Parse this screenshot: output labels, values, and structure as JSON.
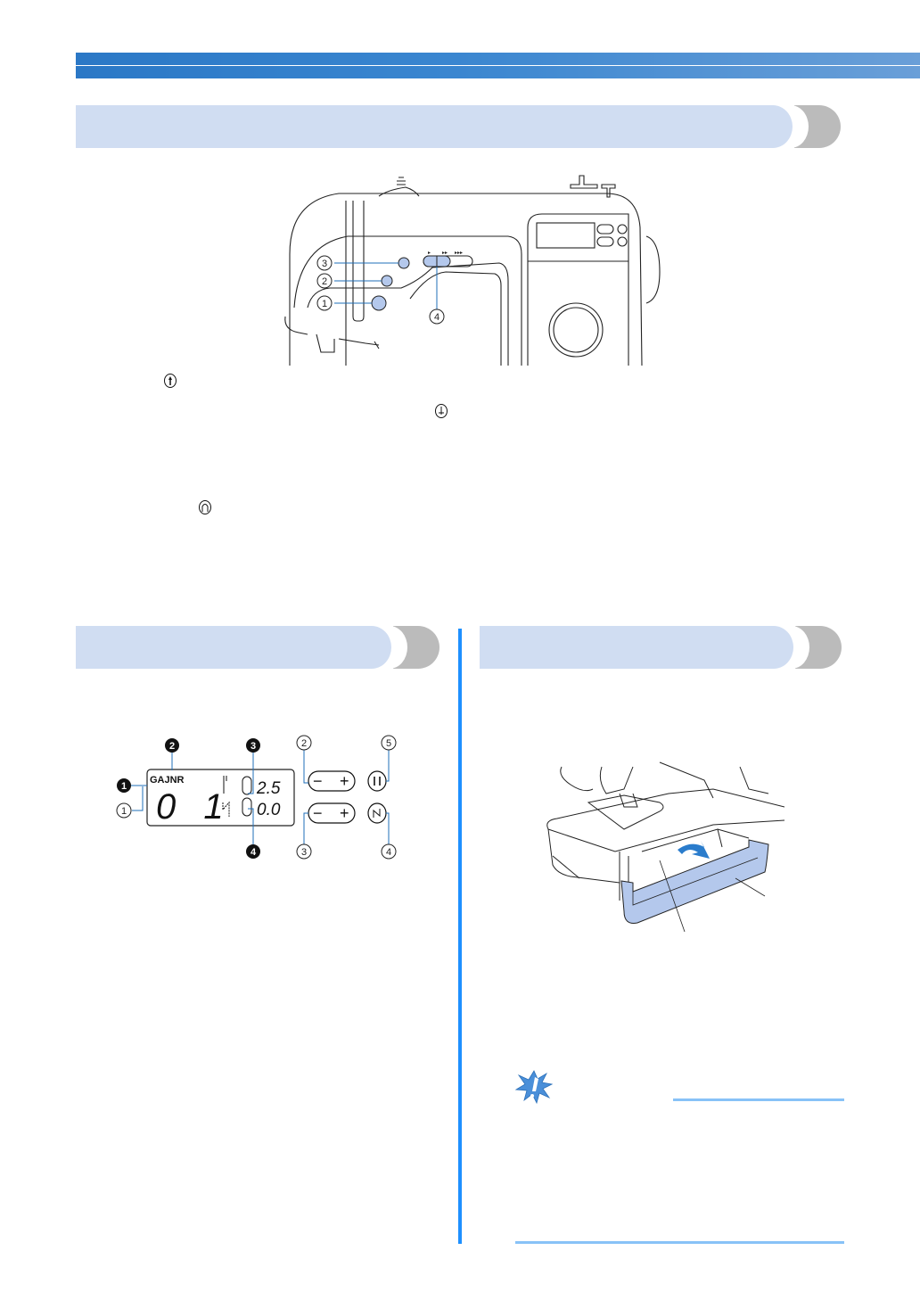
{
  "page": {
    "header_band": {
      "color_start": "#2b78c6",
      "color_end": "#6a9fd8"
    },
    "accent_colors": {
      "section_bar": "#d0ddf2",
      "section_cap": "#bbbbbb",
      "divider": "#1e90ff",
      "note_rule": "#88c2f7",
      "button_fill": "#b4c8ec",
      "callout_line": "#1f6fb8"
    }
  },
  "sections": {
    "operation_buttons": {
      "title": "",
      "figure": {
        "callouts": [
          "1",
          "2",
          "3",
          "4"
        ],
        "speed_labels": [
          "▸",
          "▸▸",
          "▸▸▸"
        ],
        "buttons": [
          {
            "id": "1",
            "name": "start-stop-button",
            "icon": "needle-up-down-icon"
          },
          {
            "id": "2",
            "name": "reverse-stitch-button",
            "icon": "reverse-stitch-icon"
          },
          {
            "id": "3",
            "name": "needle-position-button",
            "icon": "needle-position-icon"
          },
          {
            "id": "4",
            "name": "speed-control-slider",
            "icon": "slider-icon"
          }
        ]
      },
      "inline_icons": [
        "start-stop-icon",
        "needle-position-icon",
        "reverse-stitch-icon"
      ]
    },
    "operation_panel": {
      "title": "",
      "lcd": {
        "mode_letters": "GAJNR",
        "pattern_number": "0 1",
        "stitch_width": "2.5",
        "stitch_length": "0.0",
        "callouts_filled": [
          "1",
          "2",
          "3",
          "4"
        ],
        "callouts_outline": [
          "1",
          "2",
          "3",
          "4",
          "5"
        ],
        "minus_label": "−",
        "plus_label": "+"
      }
    },
    "flat_bed_attachment": {
      "title": "",
      "figure": {
        "arrow_color": "#2a7ccc",
        "tray_color": "#b4c8ec"
      }
    },
    "note": {
      "title": ""
    }
  }
}
